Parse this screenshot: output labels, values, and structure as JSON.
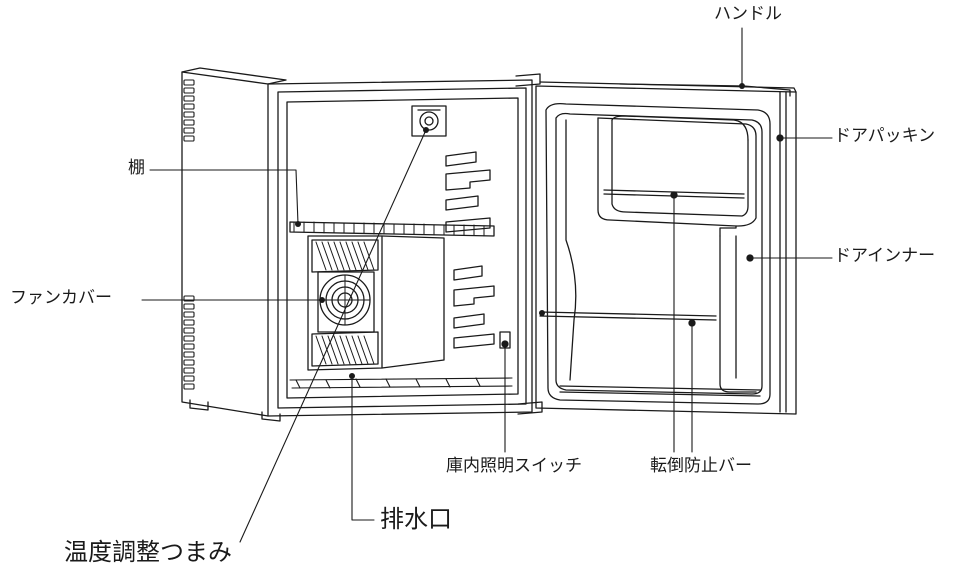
{
  "labels": {
    "handle": "ハンドル",
    "door_gasket": "ドアパッキン",
    "door_inner": "ドアインナー",
    "shelf": "棚",
    "fan_cover": "ファンカバー",
    "light_switch": "庫内照明スイッチ",
    "anti_tip_bar": "転倒防止バー",
    "drain": "排水口",
    "temp_knob": "温度調整つまみ"
  },
  "colors": {
    "line": "#1a1a1a",
    "background": "#ffffff"
  }
}
